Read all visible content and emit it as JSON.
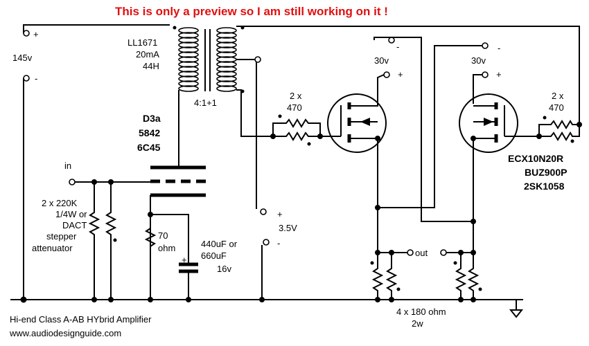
{
  "banner": "This is only a preview so I am still working on it !",
  "supply": {
    "plus": "+",
    "minus": "-",
    "voltage": "145v"
  },
  "transformer": {
    "model": "LL1671",
    "current": "20mA",
    "inductance": "44H",
    "ratio": "4:1+1"
  },
  "tube": {
    "name1": "D3a",
    "name2": "5842",
    "name3": "6C45"
  },
  "input": {
    "label": "in"
  },
  "input_resistors": {
    "line1": "2 x 220K",
    "line2": "1/4W or",
    "line3": "DACT",
    "line4": "stepper",
    "line5": "attenuator"
  },
  "cathode_resistor": {
    "value": "70",
    "unit": "ohm"
  },
  "cathode_cap": {
    "line1": "440uF or",
    "line2": "660uF",
    "voltage": "16v",
    "plus": "+"
  },
  "bias_supply": {
    "plus": "+",
    "minus": "-",
    "voltage": "3.5V"
  },
  "gate_resistors_left": {
    "qty": "2 x",
    "value": "470"
  },
  "gate_resistors_right": {
    "qty": "2 x",
    "value": "470"
  },
  "supply_30v_left": {
    "minus": "-",
    "voltage": "30v",
    "plus": "+"
  },
  "supply_30v_right": {
    "minus": "-",
    "voltage": "30v",
    "plus": "+"
  },
  "mosfets": {
    "line1": "ECX10N20R",
    "line2": "BUZ900P",
    "line3": "2SK1058"
  },
  "output": {
    "label": "out"
  },
  "source_resistors": {
    "qty": "4 x 180 ohm",
    "power": "2w"
  },
  "footer": {
    "title": "Hi-end Class A-AB HYbrid Amplifier",
    "url": "www.audiodesignguide.com"
  }
}
